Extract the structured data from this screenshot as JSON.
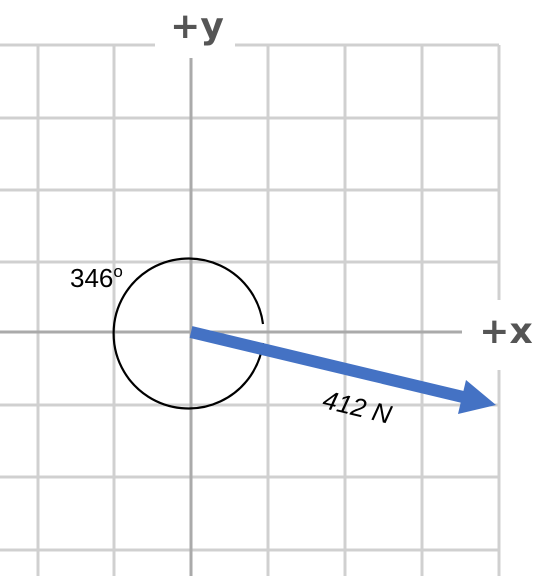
{
  "axes": {
    "y_label": "+y",
    "x_label": "+x"
  },
  "vector": {
    "magnitude_label": "412 N",
    "angle_label": "346",
    "angle_degrees": 346,
    "degree_symbol": "o"
  },
  "colors": {
    "grid": "#d0d0d0",
    "axis": "#aaaaaa",
    "axis_label": "#555555",
    "vector": "#4472c4",
    "angle_arc": "#000000",
    "text": "#000000"
  }
}
